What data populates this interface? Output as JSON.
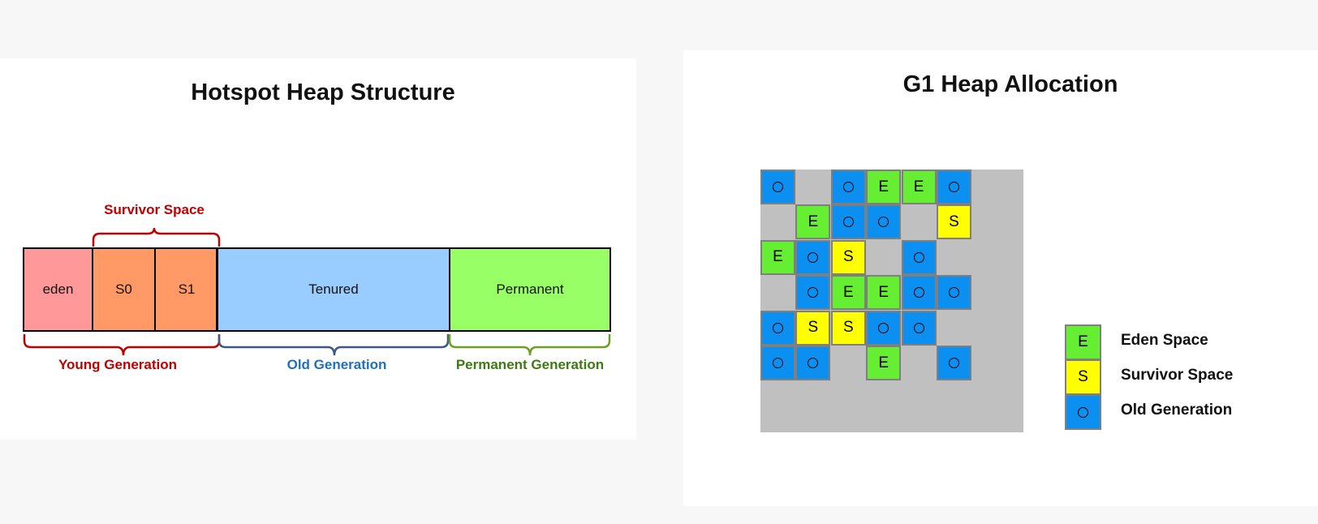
{
  "hotspot": {
    "title": "Hotspot Heap Structure",
    "segments": {
      "eden": "eden",
      "s0": "S0",
      "s1": "S1",
      "tenured": "Tenured",
      "permanent": "Permanent"
    },
    "braces": {
      "survivor": "Survivor Space",
      "young": "Young Generation",
      "old": "Old Generation",
      "permanent": "Permanent Generation"
    }
  },
  "g1": {
    "title": "G1 Heap Allocation",
    "rows": [
      [
        "O",
        "",
        "O",
        "E",
        "E",
        "O",
        "",
        ""
      ],
      [
        "",
        "E",
        "O",
        "O",
        "",
        "S",
        "",
        ""
      ],
      [
        "E",
        "O",
        "S",
        "",
        "O",
        "",
        "",
        ""
      ],
      [
        "",
        "O",
        "E",
        "E",
        "O",
        "O",
        "",
        ""
      ],
      [
        "O",
        "S",
        "S",
        "O",
        "O",
        "",
        "",
        ""
      ],
      [
        "O",
        "O",
        "",
        "E",
        "",
        "O",
        "",
        ""
      ],
      [
        "",
        "",
        "",
        "",
        "",
        "",
        "",
        ""
      ],
      [
        "",
        "",
        "",
        "",
        "",
        "",
        "",
        ""
      ]
    ],
    "legend": [
      {
        "code": "E",
        "label": "Eden Space"
      },
      {
        "code": "S",
        "label": "Survivor Space"
      },
      {
        "code": "O",
        "label": "Old Generation"
      }
    ]
  },
  "colors": {
    "eden_fill": "#ff9999",
    "survivor_fill": "#ff9966",
    "tenured_fill": "#99ccff",
    "permanent_fill": "#99ff66",
    "young_brace": "#c00000",
    "old_brace": "#3a5a80",
    "permanent_brace": "#6aa121",
    "g1_old": "#0b8ff0",
    "g1_eden": "#66ee33",
    "g1_survivor": "#ffff00"
  }
}
